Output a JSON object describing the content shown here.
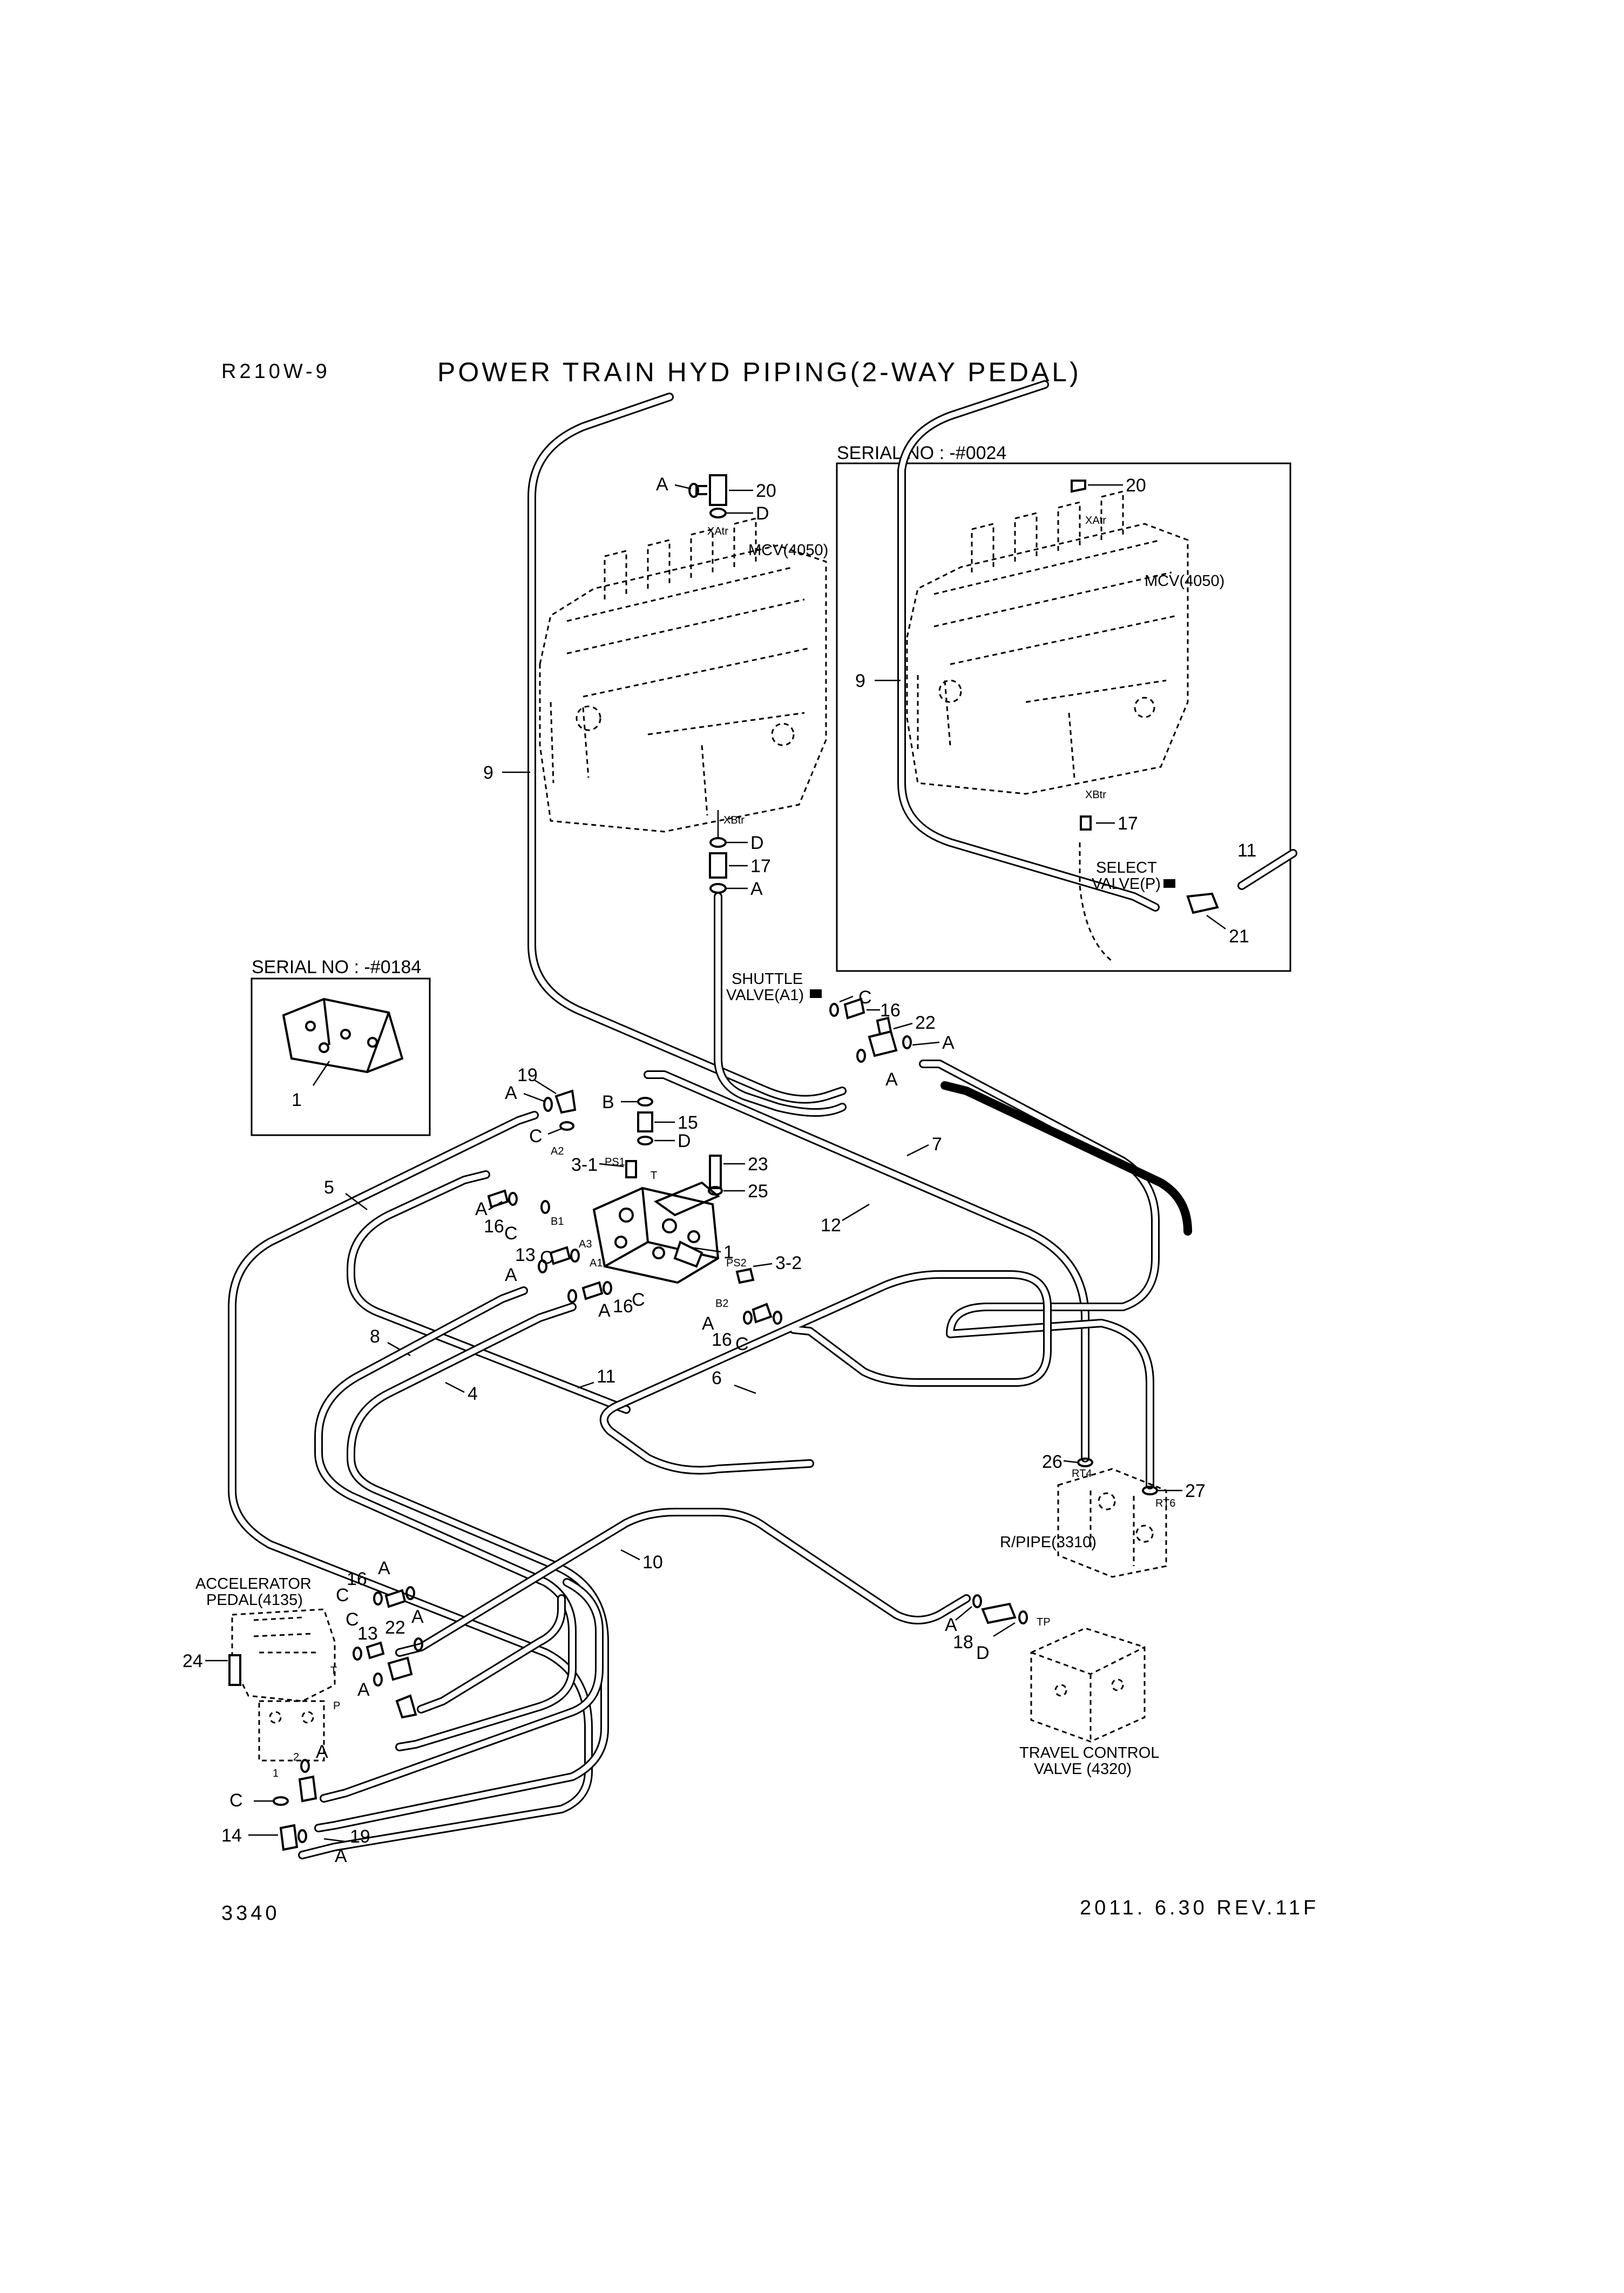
{
  "header": {
    "model": "R210W-9",
    "title": "POWER TRAIN HYD PIPING(2-WAY PEDAL)"
  },
  "footer": {
    "page_number": "3340",
    "date_revision": "2011. 6.30  REV.11F"
  },
  "insets": {
    "serial_top": "SERIAL NO : -#0024",
    "serial_left": "SERIAL NO : -#0184"
  },
  "components": {
    "mcv": "MCV(4050)",
    "shuttle_line1": "SHUTTLE",
    "shuttle_line2": "VALVE(A1)",
    "select_line1": "SELECT",
    "select_line2": "VALVE(P)",
    "accel_line1": "ACCELERATOR",
    "accel_line2": "PEDAL(4135)",
    "rpipe": "R/PIPE(3310)",
    "travel_line1": "TRAVEL CONTROL",
    "travel_line2": "VALVE (4320)"
  },
  "ports": {
    "xatr": "XAtr",
    "xbtr": "XBtr",
    "a1": "A1",
    "a2": "A2",
    "a3": "A3",
    "b1": "B1",
    "b2": "B2",
    "ps1": "PS1",
    "ps2": "PS2",
    "t": "T",
    "p": "P",
    "rt4": "RT4",
    "rt6": "RT6",
    "tp": "TP",
    "one": "1",
    "two": "2"
  },
  "callouts": {
    "n1": "1",
    "n3_1": "3-1",
    "n3_2": "3-2",
    "n4": "4",
    "n5": "5",
    "n6": "6",
    "n7": "7",
    "n8": "8",
    "n9": "9",
    "n10": "10",
    "n11": "11",
    "n12": "12",
    "n13": "13",
    "n14": "14",
    "n15": "15",
    "n16": "16",
    "n17": "17",
    "n18": "18",
    "n19": "19",
    "n20": "20",
    "n21": "21",
    "n22": "22",
    "n23": "23",
    "n24": "24",
    "n25": "25",
    "n26": "26",
    "n27": "27",
    "A": "A",
    "B": "B",
    "C": "C",
    "D": "D"
  }
}
